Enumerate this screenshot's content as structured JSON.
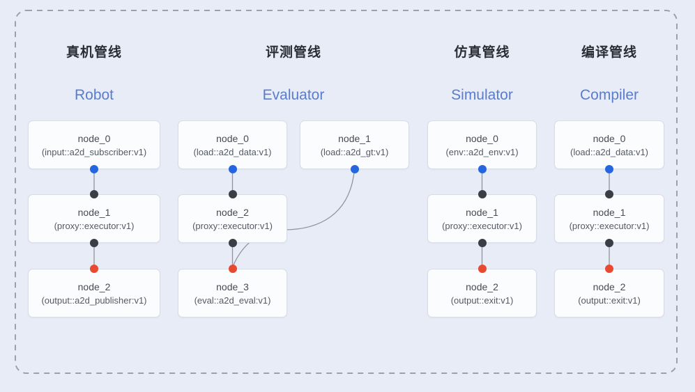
{
  "canvas": {
    "background": "#e8ecf7",
    "dashed_border_color": "#9aa0ad"
  },
  "colors": {
    "blue_port": "#2566e0",
    "dark_port": "#3b3e44",
    "red_port": "#e74a31",
    "edge_line": "#8f959f",
    "title_zh_color": "#2a2e34",
    "title_en_color": "#5a7ccc"
  },
  "pipelines": [
    {
      "id": "robot",
      "title_zh": "真机管线",
      "title_en": "Robot",
      "nodes": [
        {
          "title": "node_0",
          "subtitle": "(input::a2d_subscriber:v1)",
          "row": 0,
          "col": 0,
          "ports": [
            {
              "side": "bottom",
              "color": "blue_port"
            }
          ]
        },
        {
          "title": "node_1",
          "subtitle": "(proxy::executor:v1)",
          "row": 1,
          "col": 0,
          "ports": [
            {
              "side": "top",
              "color": "dark_port"
            },
            {
              "side": "bottom",
              "color": "dark_port"
            }
          ]
        },
        {
          "title": "node_2",
          "subtitle": "(output::a2d_publisher:v1)",
          "row": 2,
          "col": 0,
          "ports": [
            {
              "side": "top",
              "color": "red_port"
            }
          ]
        }
      ],
      "edges": [
        {
          "from": 0,
          "to": 1,
          "type": "straight"
        },
        {
          "from": 1,
          "to": 2,
          "type": "straight"
        }
      ]
    },
    {
      "id": "evaluator",
      "title_zh": "评测管线",
      "title_en": "Evaluator",
      "nodes": [
        {
          "title": "node_0",
          "subtitle": "(load::a2d_data:v1)",
          "row": 0,
          "col": 0,
          "ports": [
            {
              "side": "bottom",
              "color": "blue_port"
            }
          ]
        },
        {
          "title": "node_1",
          "subtitle": "(load::a2d_gt:v1)",
          "row": 0,
          "col": 1,
          "ports": [
            {
              "side": "bottom",
              "color": "blue_port"
            }
          ]
        },
        {
          "title": "node_2",
          "subtitle": "(proxy::executor:v1)",
          "row": 1,
          "col": 0,
          "ports": [
            {
              "side": "top",
              "color": "dark_port"
            },
            {
              "side": "bottom",
              "color": "dark_port"
            }
          ]
        },
        {
          "title": "node_3",
          "subtitle": "(eval::a2d_eval:v1)",
          "row": 2,
          "col": 0,
          "ports": [
            {
              "side": "top",
              "color": "red_port"
            }
          ]
        }
      ],
      "edges": [
        {
          "from": 0,
          "to": 2,
          "type": "straight"
        },
        {
          "from": 2,
          "to": 3,
          "type": "straight"
        },
        {
          "from": 1,
          "to": 3,
          "type": "curve"
        }
      ]
    },
    {
      "id": "simulator",
      "title_zh": "仿真管线",
      "title_en": "Simulator",
      "nodes": [
        {
          "title": "node_0",
          "subtitle": "(env::a2d_env:v1)",
          "row": 0,
          "col": 0,
          "ports": [
            {
              "side": "bottom",
              "color": "blue_port"
            }
          ]
        },
        {
          "title": "node_1",
          "subtitle": "(proxy::executor:v1)",
          "row": 1,
          "col": 0,
          "ports": [
            {
              "side": "top",
              "color": "dark_port"
            },
            {
              "side": "bottom",
              "color": "dark_port"
            }
          ]
        },
        {
          "title": "node_2",
          "subtitle": "(output::exit:v1)",
          "row": 2,
          "col": 0,
          "ports": [
            {
              "side": "top",
              "color": "red_port"
            }
          ]
        }
      ],
      "edges": [
        {
          "from": 0,
          "to": 1,
          "type": "straight"
        },
        {
          "from": 1,
          "to": 2,
          "type": "straight"
        }
      ]
    },
    {
      "id": "compiler",
      "title_zh": "编译管线",
      "title_en": "Compiler",
      "nodes": [
        {
          "title": "node_0",
          "subtitle": "(load::a2d_data:v1)",
          "row": 0,
          "col": 0,
          "ports": [
            {
              "side": "bottom",
              "color": "blue_port"
            }
          ]
        },
        {
          "title": "node_1",
          "subtitle": "(proxy::executor:v1)",
          "row": 1,
          "col": 0,
          "ports": [
            {
              "side": "top",
              "color": "dark_port"
            },
            {
              "side": "bottom",
              "color": "dark_port"
            }
          ]
        },
        {
          "title": "node_2",
          "subtitle": "(output::exit:v1)",
          "row": 2,
          "col": 0,
          "ports": [
            {
              "side": "top",
              "color": "red_port"
            }
          ]
        }
      ],
      "edges": [
        {
          "from": 0,
          "to": 1,
          "type": "straight"
        },
        {
          "from": 1,
          "to": 2,
          "type": "straight"
        }
      ]
    }
  ]
}
